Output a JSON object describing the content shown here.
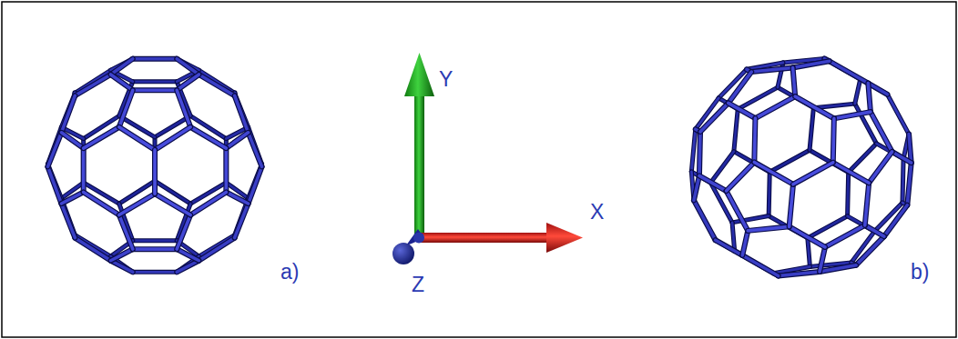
{
  "diagram": {
    "labels": [
      "Y",
      "X",
      "a)",
      "Z",
      "b)"
    ]
  }
}
